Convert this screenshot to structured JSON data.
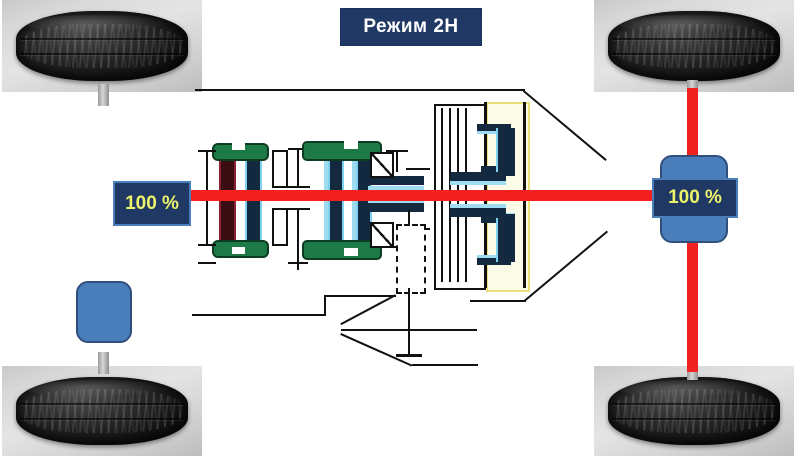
{
  "diagram": {
    "title_badge": {
      "label": "Режим  2H",
      "bg_color": "#1f3864",
      "text_color": "#ffffff"
    },
    "mode_name": "2H",
    "power_labels": [
      {
        "name": "front-axle-power",
        "value": "100 %",
        "position": "left",
        "bg_color": "#1f3864",
        "text_color": "#edf36a"
      },
      {
        "name": "rear-axle-power",
        "value": "100 %",
        "position": "right",
        "bg_color": "#1f3864",
        "text_color": "#edf36a"
      }
    ],
    "accent_colors": {
      "power_flow_red": "#f42020",
      "differential_blue": "#4a7ebb",
      "gear_green": "#1d7a46",
      "shaft_navy": "#12293f",
      "shaft_cyan": "#9fdcf2",
      "shaft_maroon": "#8b2230",
      "planetary_box_yellow": "#fbfbe8",
      "badge_navy": "#1f3864",
      "badge_yellow_text": "#edf36a"
    },
    "wheels": [
      {
        "name": "wheel-front-left",
        "powered": false,
        "shaft_color": "#b0b0b0"
      },
      {
        "name": "wheel-front-right",
        "powered": true,
        "shaft_color": "#f42020"
      },
      {
        "name": "wheel-rear-left",
        "powered": false,
        "shaft_color": "#b0b0b0"
      },
      {
        "name": "wheel-rear-right",
        "powered": true,
        "shaft_color": "#f42020"
      }
    ],
    "differentials": [
      {
        "name": "front-differential",
        "engaged": false,
        "color": "#4a7ebb"
      },
      {
        "name": "rear-differential",
        "engaged": true,
        "color": "#4a7ebb"
      }
    ],
    "components": [
      {
        "name": "transfer-case-gear-cluster-left"
      },
      {
        "name": "transfer-case-gear-cluster-right"
      },
      {
        "name": "clutch-pack"
      },
      {
        "name": "planetary-gear-set"
      },
      {
        "name": "brake-band"
      },
      {
        "name": "gearbox-housing"
      },
      {
        "name": "main-driveshaft"
      }
    ]
  }
}
